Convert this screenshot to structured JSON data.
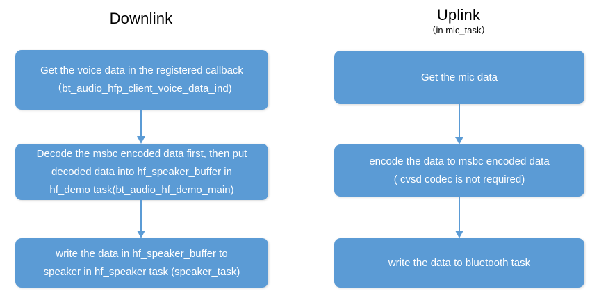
{
  "diagram": {
    "title_downlink": "Downlink",
    "title_uplink": "Uplink",
    "uplink_subtitle": "（in mic_task）",
    "accent_color": "#5B9BD5",
    "box_text_color": "#FFFFFF",
    "background_color": "#FFFFFF",
    "columns": [
      {
        "id": "downlink",
        "heading": "Downlink",
        "subheading": "",
        "steps": [
          {
            "id": "downlink-step-1",
            "text": "Get the voice data in the registered callback\n（bt_audio_hfp_client_voice_data_ind)"
          },
          {
            "id": "downlink-step-2",
            "text": "Decode the msbc encoded data first, then put\ndecoded data into hf_speaker_buffer in\nhf_demo task(bt_audio_hf_demo_main)"
          },
          {
            "id": "downlink-step-3",
            "text": "write the data in hf_speaker_buffer to\nspeaker in hf_speaker task (speaker_task)"
          }
        ]
      },
      {
        "id": "uplink",
        "heading": "Uplink",
        "subheading": "（in mic_task）",
        "steps": [
          {
            "id": "uplink-step-1",
            "text": "Get the mic data"
          },
          {
            "id": "uplink-step-2",
            "text": "encode the data to msbc encoded data\n( cvsd codec is not required)"
          },
          {
            "id": "uplink-step-3",
            "text": "write the data to bluetooth  task"
          }
        ]
      }
    ],
    "connectors": [
      {
        "id": "downlink-arrow-1-2",
        "from": "downlink-step-1",
        "to": "downlink-step-2"
      },
      {
        "id": "downlink-arrow-2-3",
        "from": "downlink-step-2",
        "to": "downlink-step-3"
      },
      {
        "id": "uplink-arrow-1-2",
        "from": "uplink-step-1",
        "to": "uplink-step-2"
      },
      {
        "id": "uplink-arrow-2-3",
        "from": "uplink-step-2",
        "to": "uplink-step-3"
      }
    ]
  }
}
